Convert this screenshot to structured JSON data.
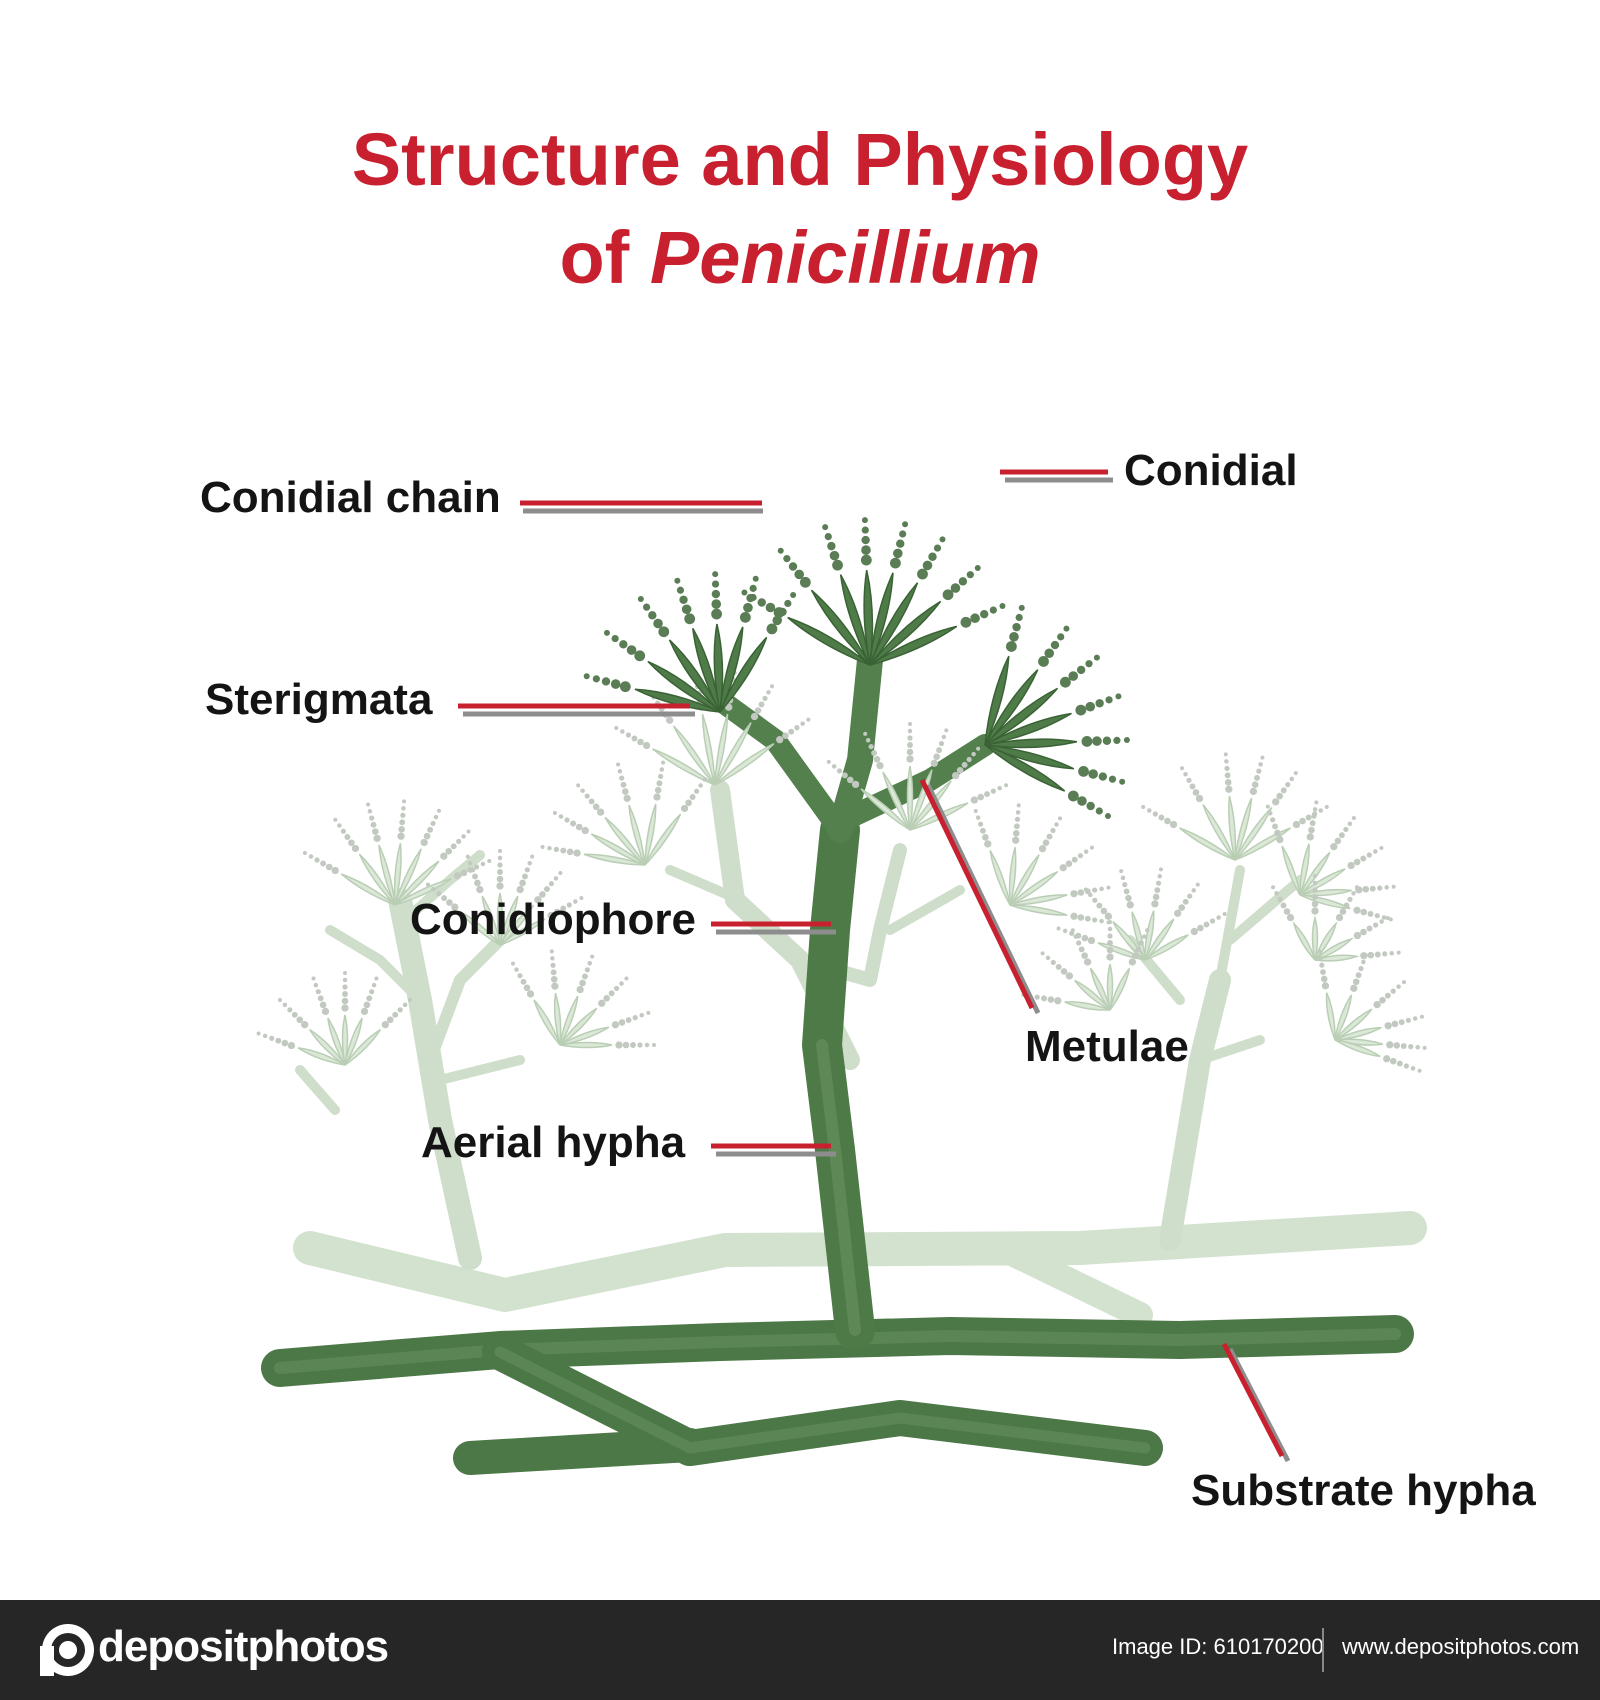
{
  "title": {
    "line1": "Structure and Physiology",
    "line2_prefix": "of ",
    "line2_italic": "Penicillium"
  },
  "labels": {
    "conidial_chain": "Conidial chain",
    "conidial": "Conidial",
    "sterigmata": "Sterigmata",
    "conidiophore": "Conidiophore",
    "metulae": "Metulae",
    "aerial_hypha": "Aerial hypha",
    "substrate_hypha": "Substrate hypha"
  },
  "footer": {
    "brand": "depositphotos",
    "image_id": "Image ID: 610170200",
    "site": "www.depositphotos.com"
  },
  "colors": {
    "title": "#c8202f",
    "leader_line": "#c8202f",
    "hypha_dark": "#4e7a48",
    "hypha_light": "#cfdfcb",
    "footer_bg": "#262626"
  }
}
